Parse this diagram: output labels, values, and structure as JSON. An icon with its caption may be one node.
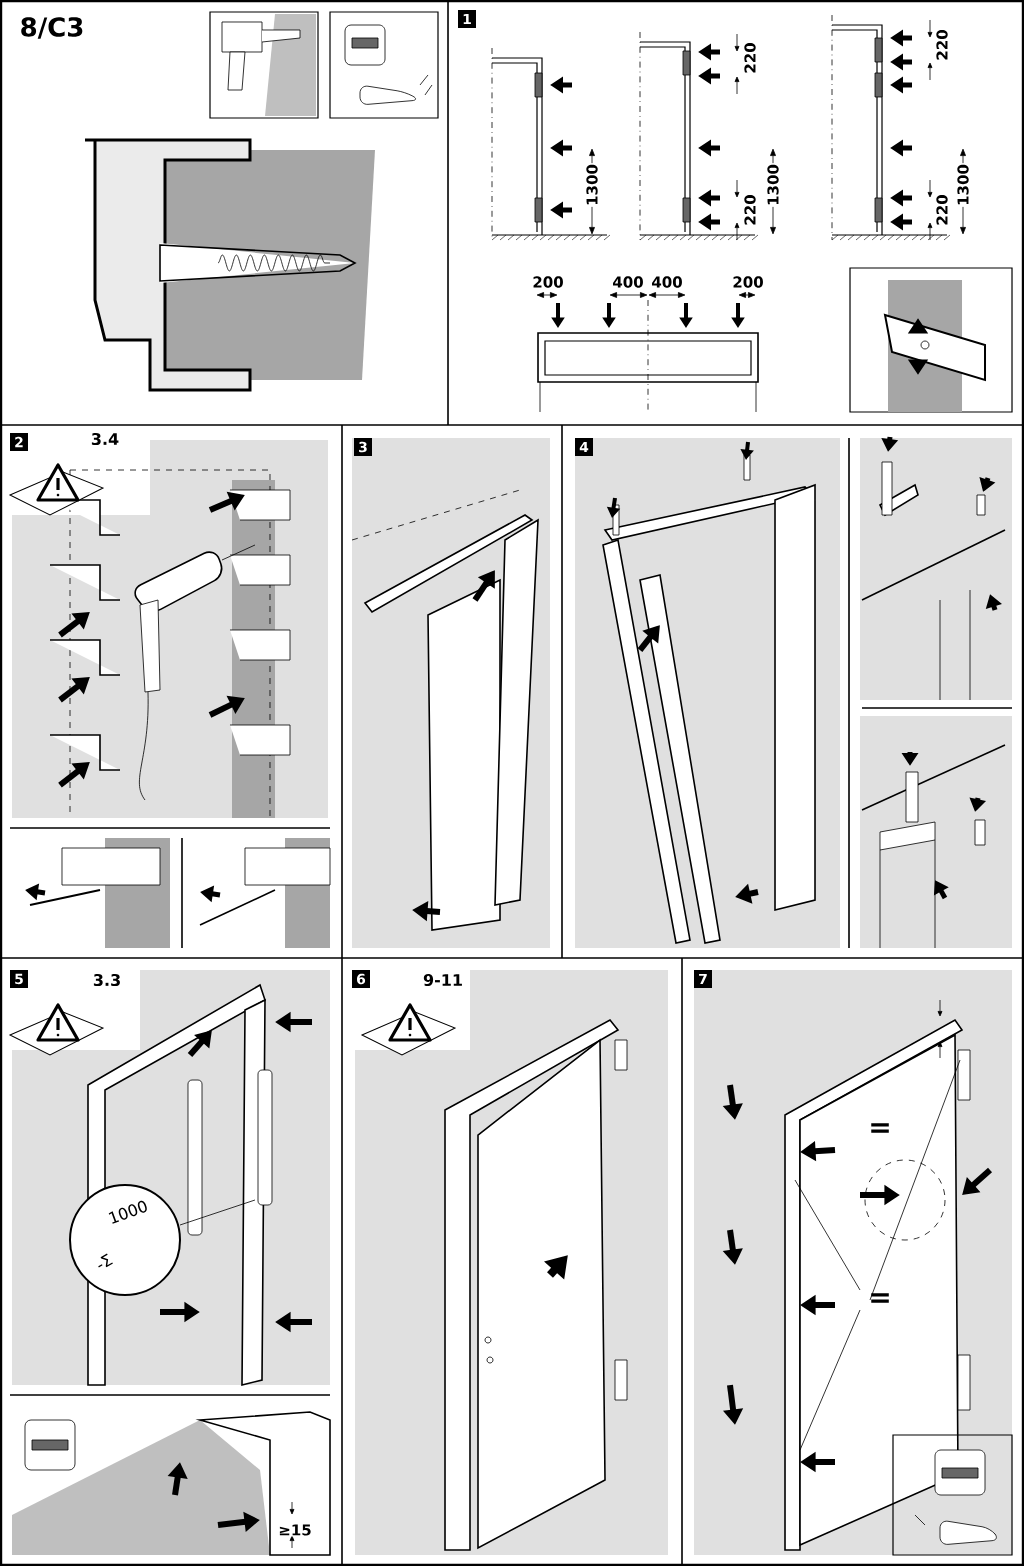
{
  "diagram": {
    "labels": [
      "8/C3",
      "1",
      "1300",
      "220",
      "220",
      "1300",
      "220",
      "220",
      "1300",
      "200",
      "400",
      "400",
      "200",
      "2",
      "3.4",
      "3",
      "4",
      "5",
      "3.3",
      "1000",
      "-Σ",
      "≥15",
      "6",
      "9-11",
      "7",
      "=",
      "="
    ]
  }
}
